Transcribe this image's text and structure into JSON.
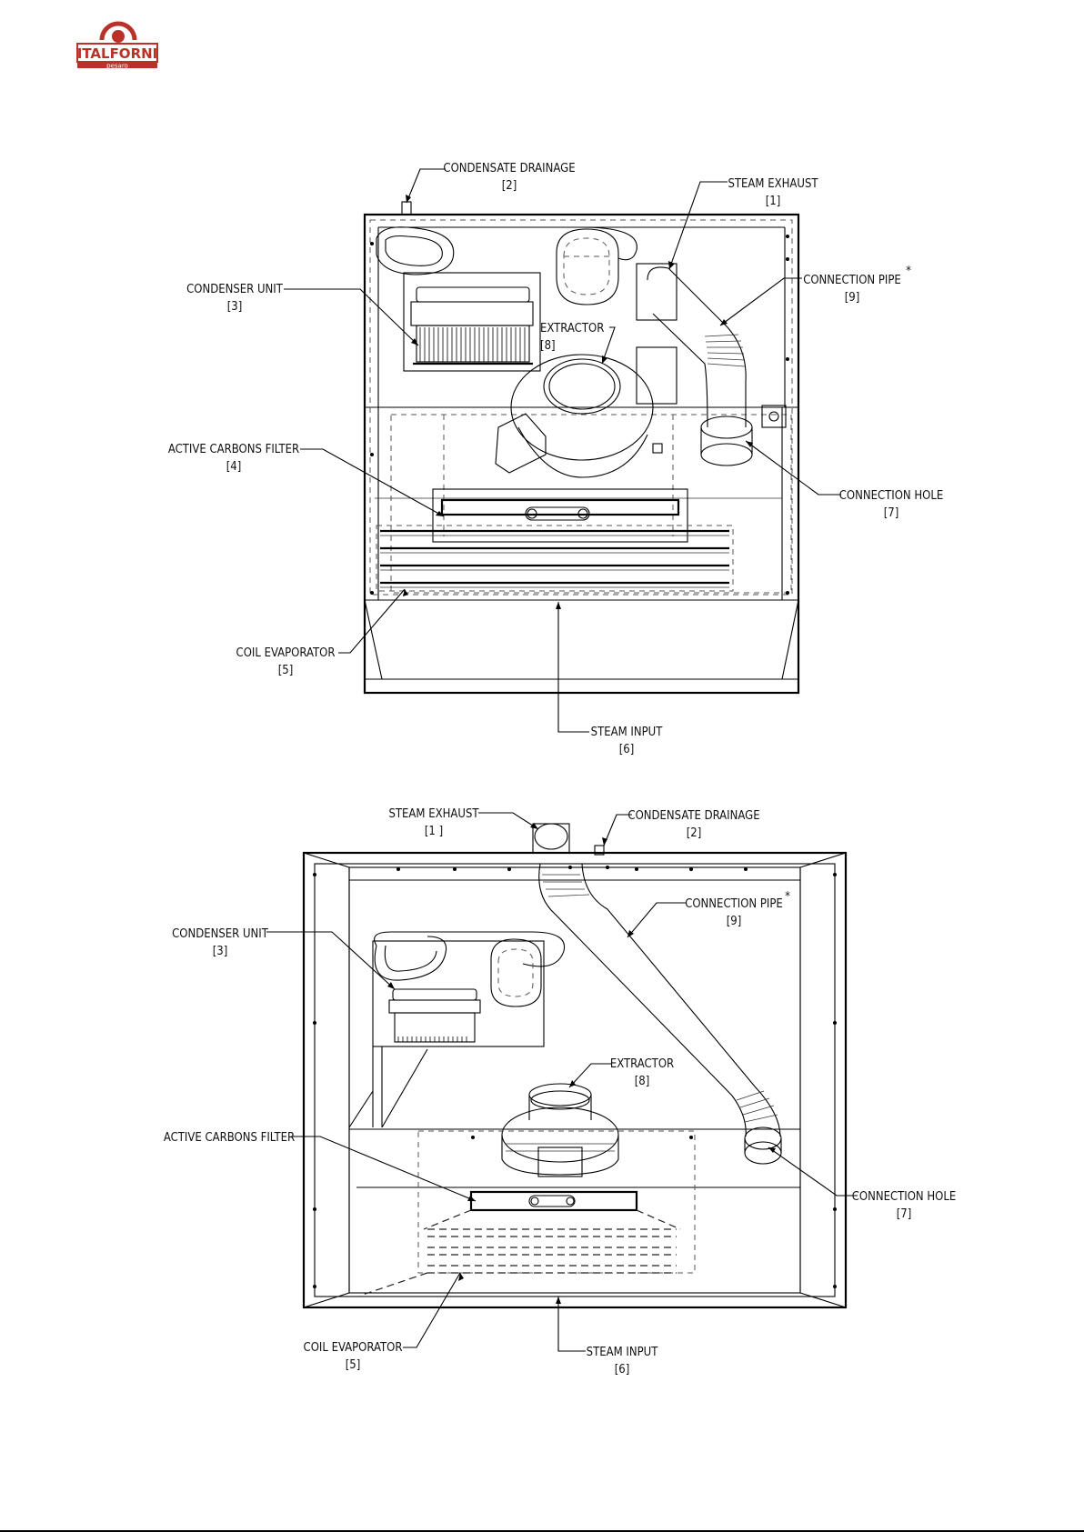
{
  "logo": {
    "brand": "ITALFORNI",
    "city": "pesaro",
    "color": "#b8322a"
  },
  "diagram_top": {
    "labels": {
      "condensate_drainage": {
        "text": "CONDENSATE DRAINAGE",
        "ref": "[2]"
      },
      "steam_exhaust": {
        "text": "STEAM EXHAUST",
        "ref": "[1]"
      },
      "condenser_unit": {
        "text": "CONDENSER UNIT",
        "ref": "[3]"
      },
      "connection_pipe": {
        "text": "CONNECTION PIPE",
        "ref": "[9]",
        "mark": "*"
      },
      "extractor": {
        "text": "EXTRACTOR",
        "ref": "[8]"
      },
      "active_carbons_filter": {
        "text": "ACTIVE CARBONS FILTER",
        "ref": "[4]"
      },
      "connection_hole": {
        "text": "CONNECTION HOLE",
        "ref": "[7]"
      },
      "coil_evaporator": {
        "text": "COIL EVAPORATOR",
        "ref": "[5]"
      },
      "steam_input": {
        "text": "STEAM INPUT",
        "ref": "[6]"
      }
    }
  },
  "diagram_bottom": {
    "labels": {
      "steam_exhaust": {
        "text": "STEAM EXHAUST",
        "ref": "[1 ]"
      },
      "condensate_drainage": {
        "text": "CONDENSATE DRAINAGE",
        "ref": "[2]"
      },
      "connection_pipe": {
        "text": "CONNECTION PIPE",
        "ref": "[9]",
        "mark": "*"
      },
      "condenser_unit": {
        "text": "CONDENSER UNIT",
        "ref": "[3]"
      },
      "extractor": {
        "text": "EXTRACTOR",
        "ref": "[8]"
      },
      "active_carbons_filter": {
        "text": "ACTIVE CARBONS FILTER"
      },
      "connection_hole": {
        "text": "CONNECTION HOLE",
        "ref": "[7]"
      },
      "coil_evaporator": {
        "text": "COIL EVAPORATOR",
        "ref": "[5]"
      },
      "steam_input": {
        "text": "STEAM INPUT",
        "ref": "[6]"
      }
    }
  }
}
